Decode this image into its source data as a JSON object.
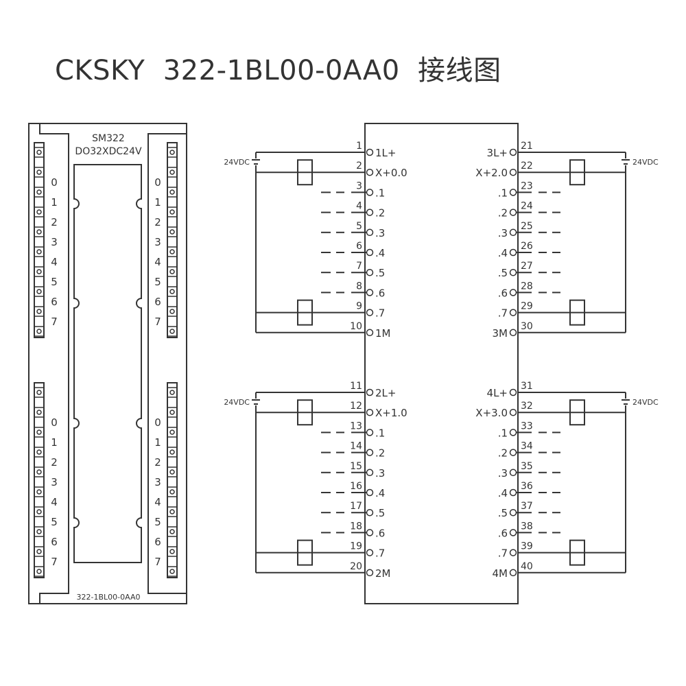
{
  "title": "CKSKY  322-1BL00-0AA0  接线图",
  "module": {
    "name": "SM322",
    "type": "DO32XDC24V",
    "part_number": "322-1BL00-0AA0",
    "channel_labels": [
      "0",
      "1",
      "2",
      "3",
      "4",
      "5",
      "6",
      "7"
    ]
  },
  "supply_label": "24VDC",
  "groups": [
    {
      "side": "left",
      "terminals": [
        {
          "num": "1",
          "label": "1L+",
          "kind": "supply"
        },
        {
          "num": "2",
          "label": "X+0.0",
          "kind": "load"
        },
        {
          "num": "3",
          "label": ".1",
          "kind": "dash"
        },
        {
          "num": "4",
          "label": ".2",
          "kind": "dash"
        },
        {
          "num": "5",
          "label": ".3",
          "kind": "dash"
        },
        {
          "num": "6",
          "label": ".4",
          "kind": "dash"
        },
        {
          "num": "7",
          "label": ".5",
          "kind": "dash"
        },
        {
          "num": "8",
          "label": ".6",
          "kind": "dash"
        },
        {
          "num": "9",
          "label": ".7",
          "kind": "load"
        },
        {
          "num": "10",
          "label": "1M",
          "kind": "common"
        }
      ]
    },
    {
      "side": "right",
      "terminals": [
        {
          "num": "21",
          "label": "3L+",
          "kind": "supply"
        },
        {
          "num": "22",
          "label": "X+2.0",
          "kind": "load"
        },
        {
          "num": "23",
          "label": ".1",
          "kind": "dash"
        },
        {
          "num": "24",
          "label": ".2",
          "kind": "dash"
        },
        {
          "num": "25",
          "label": ".3",
          "kind": "dash"
        },
        {
          "num": "26",
          "label": ".4",
          "kind": "dash"
        },
        {
          "num": "27",
          "label": ".5",
          "kind": "dash"
        },
        {
          "num": "28",
          "label": ".6",
          "kind": "dash"
        },
        {
          "num": "29",
          "label": ".7",
          "kind": "load"
        },
        {
          "num": "30",
          "label": "3M",
          "kind": "common"
        }
      ]
    },
    {
      "side": "left",
      "terminals": [
        {
          "num": "11",
          "label": "2L+",
          "kind": "supply"
        },
        {
          "num": "12",
          "label": "X+1.0",
          "kind": "load"
        },
        {
          "num": "13",
          "label": ".1",
          "kind": "dash"
        },
        {
          "num": "14",
          "label": ".2",
          "kind": "dash"
        },
        {
          "num": "15",
          "label": ".3",
          "kind": "dash"
        },
        {
          "num": "16",
          "label": ".4",
          "kind": "dash"
        },
        {
          "num": "17",
          "label": ".5",
          "kind": "dash"
        },
        {
          "num": "18",
          "label": ".6",
          "kind": "dash"
        },
        {
          "num": "19",
          "label": ".7",
          "kind": "load"
        },
        {
          "num": "20",
          "label": "2M",
          "kind": "common"
        }
      ]
    },
    {
      "side": "right",
      "terminals": [
        {
          "num": "31",
          "label": "4L+",
          "kind": "supply"
        },
        {
          "num": "32",
          "label": "X+3.0",
          "kind": "load"
        },
        {
          "num": "33",
          "label": ".1",
          "kind": "dash"
        },
        {
          "num": "34",
          "label": ".2",
          "kind": "dash"
        },
        {
          "num": "35",
          "label": ".3",
          "kind": "dash"
        },
        {
          "num": "36",
          "label": ".4",
          "kind": "dash"
        },
        {
          "num": "37",
          "label": ".5",
          "kind": "dash"
        },
        {
          "num": "38",
          "label": ".6",
          "kind": "dash"
        },
        {
          "num": "39",
          "label": ".7",
          "kind": "load"
        },
        {
          "num": "40",
          "label": "4M",
          "kind": "common"
        }
      ]
    }
  ]
}
